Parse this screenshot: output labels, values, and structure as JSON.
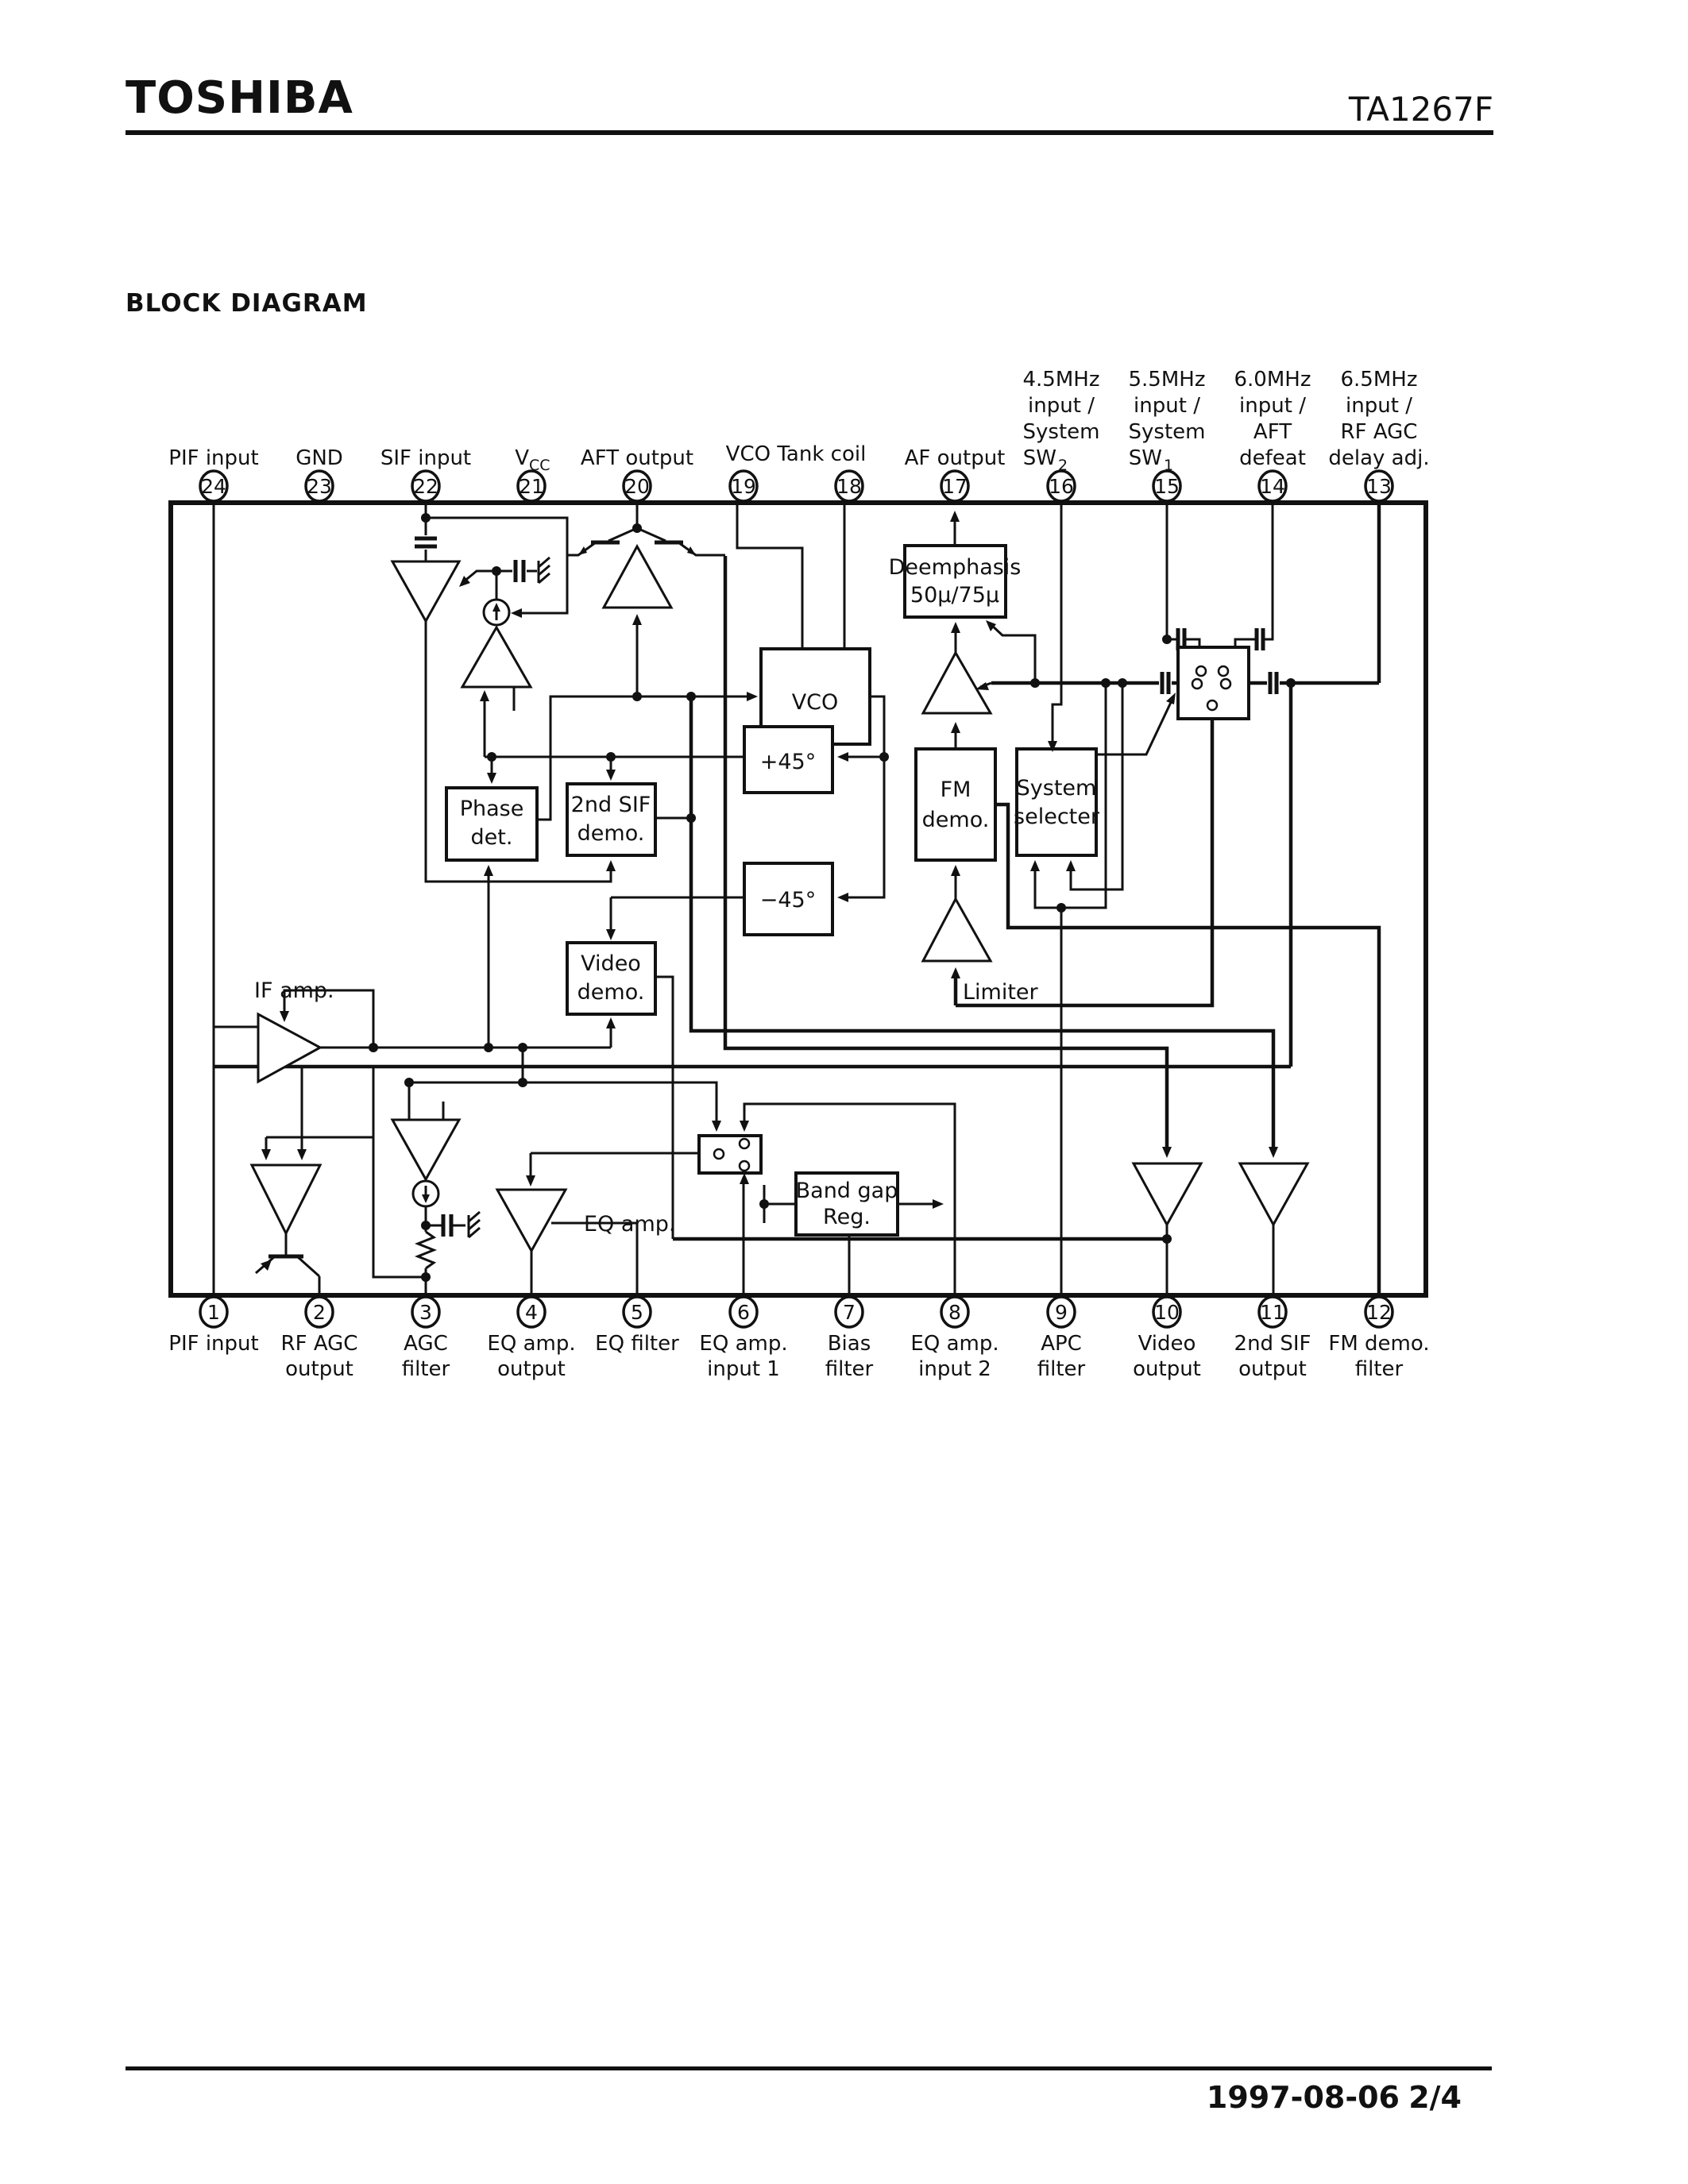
{
  "header": {
    "brand": "TOSHIBA",
    "part": "TA1267F"
  },
  "section_title": "BLOCK DIAGRAM",
  "footer": {
    "date": "1997-08-06",
    "page": "2/4"
  },
  "labels": {
    "if_amp": "IF amp.",
    "eq_amp": "EQ amp.",
    "limiter": "Limiter",
    "vco_tank": "VCO Tank coil",
    "vcc_base": "V",
    "vcc_sub": "CC"
  },
  "blocks": {
    "vco": "VCO",
    "deemphasis_l1": "Deemphasis",
    "deemphasis_l2": "50μ/75μ",
    "plus45": "+45°",
    "minus45": "−45°",
    "phase_l1": "Phase",
    "phase_l2": "det.",
    "sif2_l1": "2nd SIF",
    "sif2_l2": "demo.",
    "video_l1": "Video",
    "video_l2": "demo.",
    "fm_l1": "FM",
    "fm_l2": "demo.",
    "sel_l1": "System",
    "sel_l2": "selecter",
    "bg_l1": "Band gap",
    "bg_l2": "Reg."
  },
  "pins_top": [
    {
      "num": "24",
      "l1": "PIF input"
    },
    {
      "num": "23",
      "l1": "GND"
    },
    {
      "num": "22",
      "l1": "SIF input"
    },
    {
      "num": "21"
    },
    {
      "num": "20",
      "l1": "AFT output"
    },
    {
      "num": "19"
    },
    {
      "num": "18"
    },
    {
      "num": "17",
      "l1": "AF output"
    },
    {
      "num": "16",
      "l1": "4.5MHz",
      "l2": "input /",
      "l3": "System",
      "sw": "SW",
      "sub": "2"
    },
    {
      "num": "15",
      "l1": "5.5MHz",
      "l2": "input /",
      "l3": "System",
      "sw": "SW",
      "sub": "1"
    },
    {
      "num": "14",
      "l1": "6.0MHz",
      "l2": "input /",
      "l3": "AFT",
      "l4": "defeat"
    },
    {
      "num": "13",
      "l1": "6.5MHz",
      "l2": "input /",
      "l3": "RF AGC",
      "l4": "delay adj."
    }
  ],
  "pins_bottom": [
    {
      "num": "1",
      "l1": "PIF input"
    },
    {
      "num": "2",
      "l1": "RF AGC",
      "l2": "output"
    },
    {
      "num": "3",
      "l1": "AGC",
      "l2": "filter"
    },
    {
      "num": "4",
      "l1": "EQ amp.",
      "l2": "output"
    },
    {
      "num": "5",
      "l1": "EQ filter"
    },
    {
      "num": "6",
      "l1": "EQ amp.",
      "l2": "input 1"
    },
    {
      "num": "7",
      "l1": "Bias",
      "l2": "filter"
    },
    {
      "num": "8",
      "l1": "EQ amp.",
      "l2": "input 2"
    },
    {
      "num": "9",
      "l1": "APC",
      "l2": "filter"
    },
    {
      "num": "10",
      "l1": "Video",
      "l2": "output"
    },
    {
      "num": "11",
      "l1": "2nd SIF",
      "l2": "output"
    },
    {
      "num": "12",
      "l1": "FM demo.",
      "l2": "filter"
    }
  ]
}
